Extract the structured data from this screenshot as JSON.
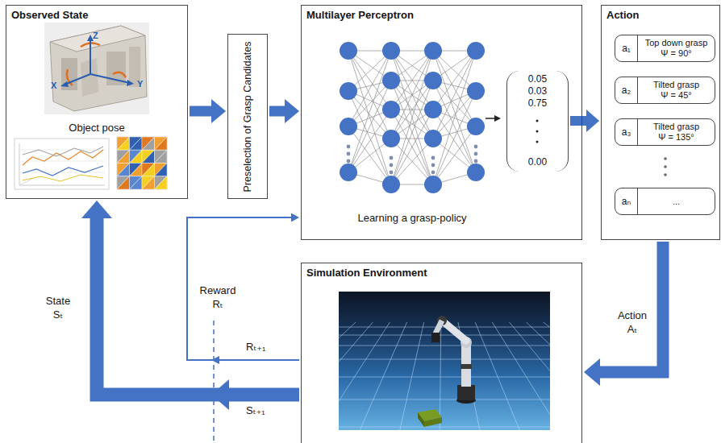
{
  "diagram": {
    "nodes": [
      {
        "text": [
          "Observed State",
          "Object pose"
        ]
      },
      {
        "text": [
          "Preselection of Grasp Candidates"
        ]
      },
      {
        "text": [
          "Multilayer Perceptron",
          "Learning a grasp-policy"
        ]
      },
      {
        "text": [
          "0.05",
          "0.03",
          "0.75",
          "0.00"
        ],
        "in": 2
      },
      {
        "text": [
          "Action"
        ]
      },
      {
        "text": [
          "a₁",
          "Top down grasp",
          "Ψ = 90°"
        ],
        "in": 4
      },
      {
        "text": [
          "a₂",
          "Tilted grasp",
          "Ψ = 45°"
        ],
        "in": 4
      },
      {
        "text": [
          "a₃",
          "Tilted grasp",
          "Ψ = 135°"
        ],
        "in": 4
      },
      {
        "text": [
          "aₙ",
          "..."
        ],
        "in": 4
      },
      {
        "text": [
          "Simulation Environment"
        ]
      }
    ],
    "edges": [
      {
        "from": 0,
        "to": 1,
        "arrow": "to"
      },
      {
        "from": 1,
        "to": 2,
        "arrow": "to"
      },
      {
        "from": 3,
        "to": 4,
        "arrow": "to"
      },
      {
        "from": 4,
        "to": 9,
        "arrow": "to",
        "label": "Action Aₜ"
      },
      {
        "from": 9,
        "to": 0,
        "arrow": "to",
        "label": "State Sₜ"
      },
      {
        "from": 9,
        "to": 2,
        "arrow": "to",
        "label": "Reward Rₜ"
      }
    ],
    "labels": [
      "Z",
      "X",
      "Y",
      "Rₜ₊₁",
      "Sₜ₊₁"
    ]
  }
}
